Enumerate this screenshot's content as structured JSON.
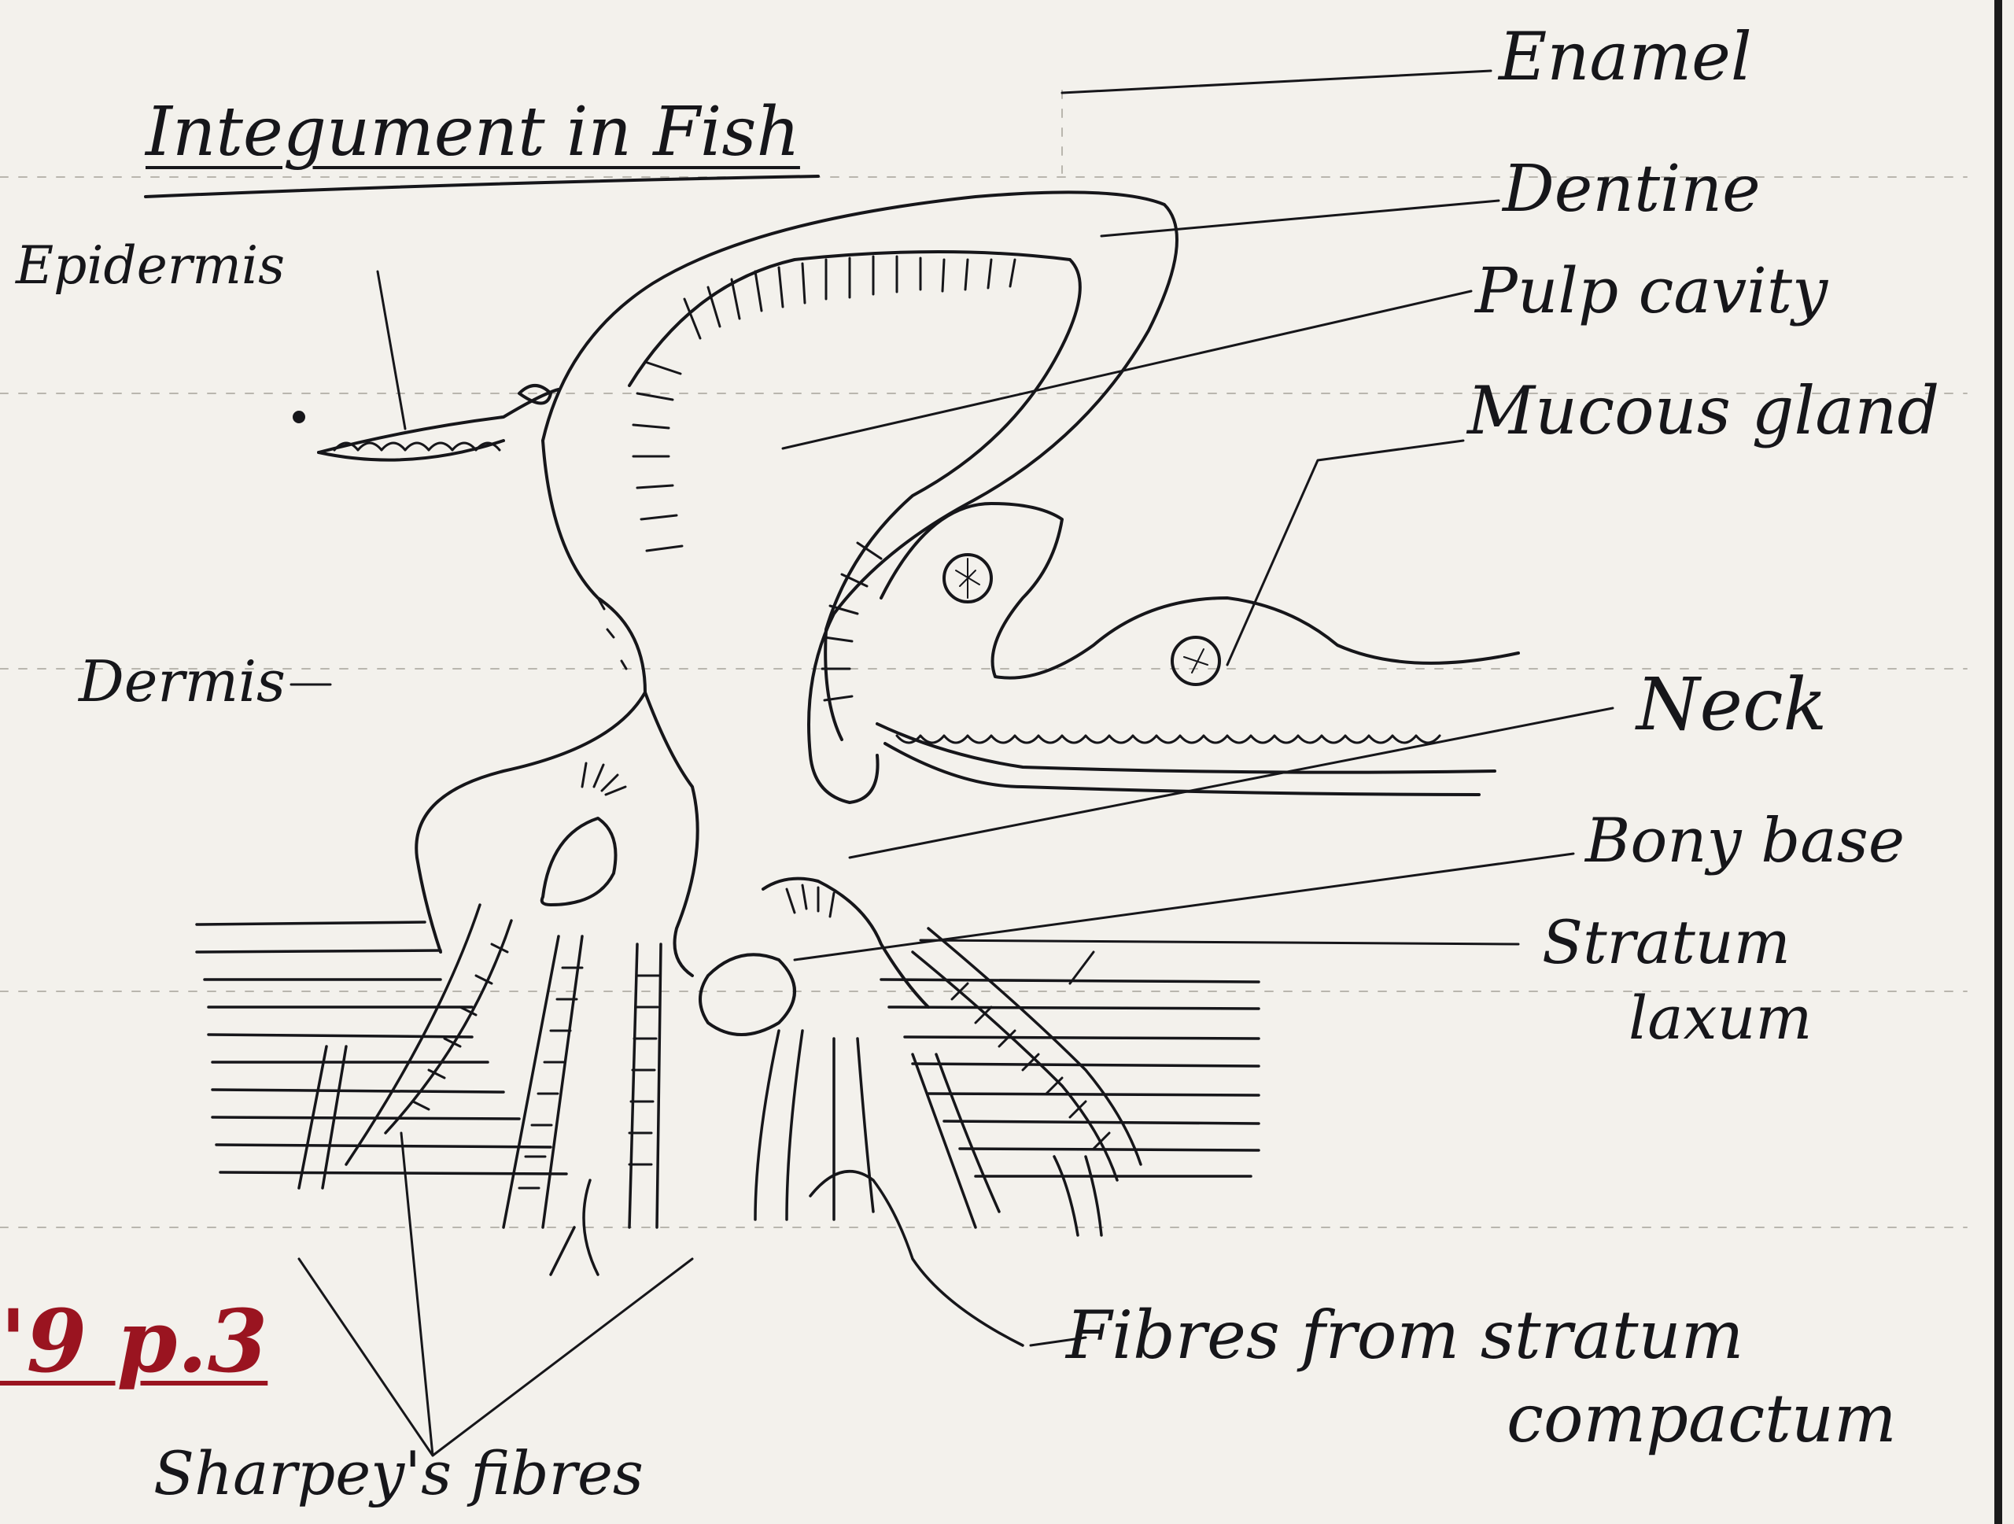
{
  "title": "Integument in Fish",
  "figure_mark": "'9 p.3",
  "labels": {
    "enamel": "Enamel",
    "dentine": "Dentine",
    "pulp_cavity": "Pulp cavity",
    "mucous_gland": "Mucous gland",
    "epidermis": "Epidermis",
    "dermis": "Dermis",
    "neck": "Neck",
    "bony_base": "Bony base",
    "stratum_laxum_line1": "Stratum",
    "stratum_laxum_line2": "laxum",
    "fibres_compactum_line1": "Fibres from stratum",
    "fibres_compactum_line2": "compactum",
    "sharpeys_fibres": "Sharpey's fibres"
  },
  "colors": {
    "ink": "#16161a",
    "paper": "#f3f1ec",
    "rule": "#b9b6ae",
    "red_ink": "#9a1420"
  }
}
